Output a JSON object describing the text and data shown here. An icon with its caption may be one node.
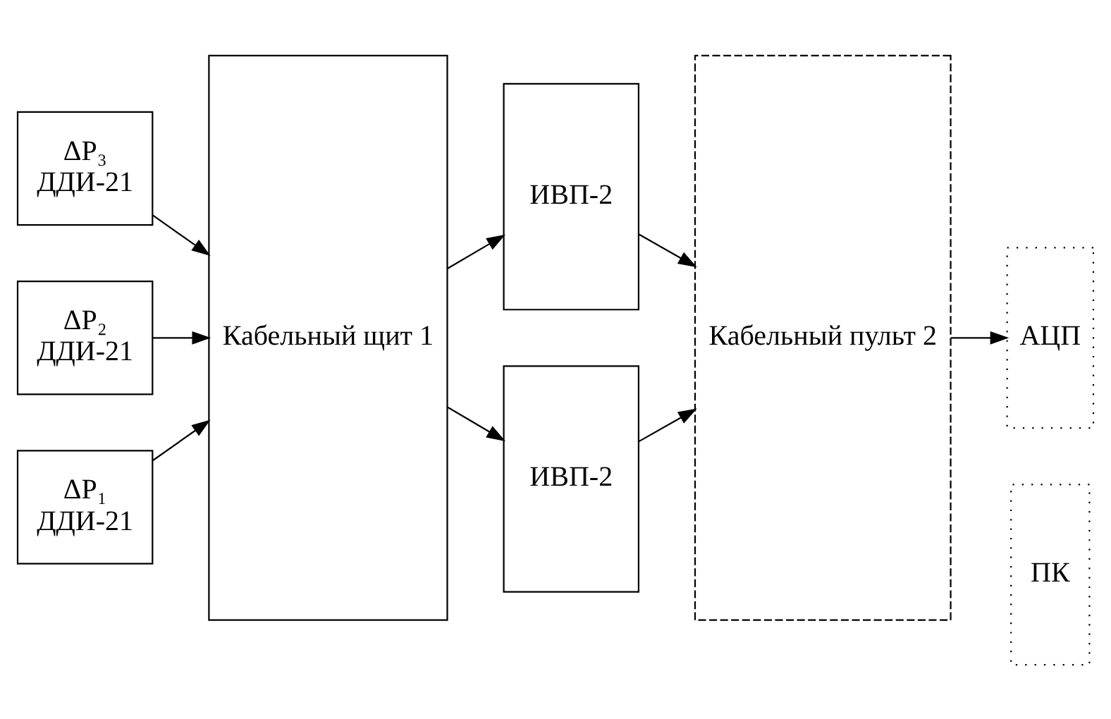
{
  "diagram": {
    "nodes": [
      {
        "text": [
          "ΔP₃",
          "ДДИ-21"
        ]
      },
      {
        "text": [
          "ΔP₂",
          "ДДИ-21"
        ]
      },
      {
        "text": [
          "ΔP₁",
          "ДДИ-21"
        ]
      },
      {
        "text": [
          "Кабельный щит 1"
        ]
      },
      {
        "text": [
          "ИВП-2"
        ]
      },
      {
        "text": [
          "ИВП-2"
        ]
      },
      {
        "text": [
          "Кабельный пульт 2"
        ]
      },
      {
        "text": [
          "АЦП"
        ]
      },
      {
        "text": [
          "ПК"
        ]
      }
    ],
    "edges": [
      {
        "from": 0,
        "to": 3,
        "arrow": "to"
      },
      {
        "from": 1,
        "to": 3,
        "arrow": "to"
      },
      {
        "from": 2,
        "to": 3,
        "arrow": "to"
      },
      {
        "from": 3,
        "to": 4,
        "arrow": "to"
      },
      {
        "from": 3,
        "to": 5,
        "arrow": "to"
      },
      {
        "from": 4,
        "to": 6,
        "arrow": "to"
      },
      {
        "from": 5,
        "to": 6,
        "arrow": "to"
      },
      {
        "from": 6,
        "to": 7,
        "arrow": "to"
      }
    ]
  }
}
